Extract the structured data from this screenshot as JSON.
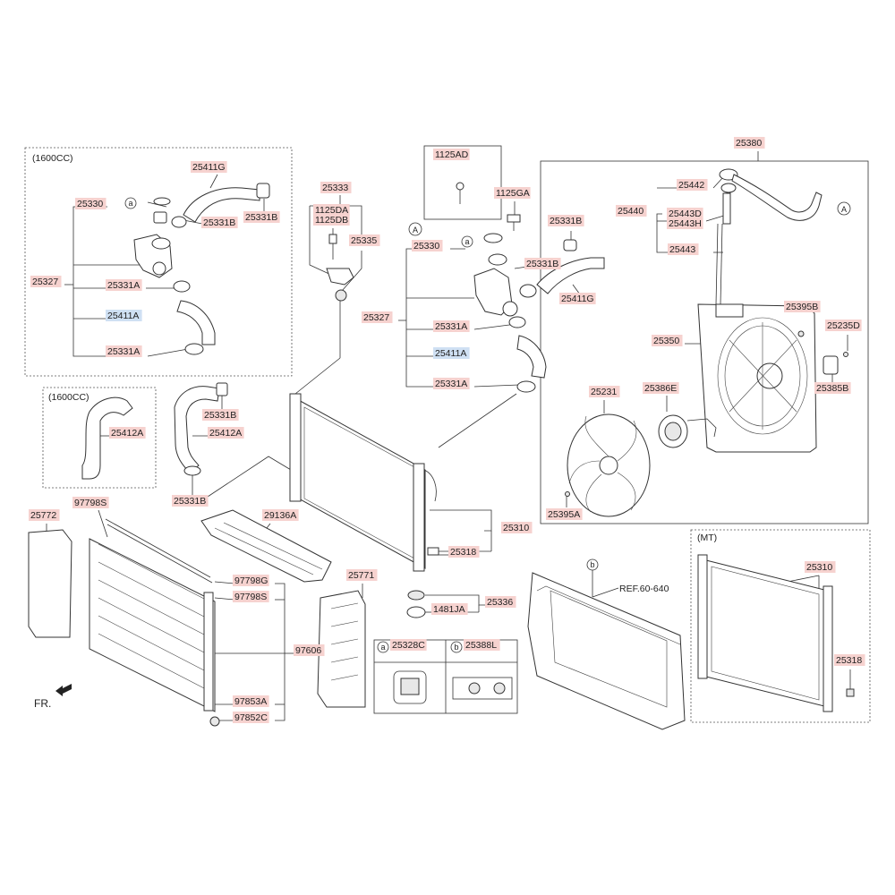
{
  "labels": {
    "L1600a": "(1600CC)",
    "L1600b": "(1600CC)",
    "MT": "(MT)",
    "FR": "FR.",
    "REF": "REF.60-640",
    "p25411G_a": "25411G",
    "p25330_a": "25330",
    "p25331B_a1": "25331B",
    "p25331B_a2": "25331B",
    "p25327_a": "25327",
    "p25331A_a1": "25331A",
    "p25411A_a": "25411A",
    "p25331A_a2": "25331A",
    "p25412A_a": "25412A",
    "p25331B_b1": "25331B",
    "p25412A_b": "25412A",
    "p25331B_b2": "25331B",
    "p25333": "25333",
    "p1125DA": "1125DA",
    "p1125DB": "1125DB",
    "p25335": "25335",
    "p1125AD": "1125AD",
    "p1125GA": "1125GA",
    "p25331B_c1": "25331B",
    "p25330_c": "25330",
    "p25331B_c2": "25331B",
    "p25411G_c": "25411G",
    "p25327_c": "25327",
    "p25331A_c1": "25331A",
    "p25411A_c": "25411A",
    "p25331A_c2": "25331A",
    "p25380": "25380",
    "p25442": "25442",
    "p25440": "25440",
    "p25443D": "25443D",
    "p25443H": "25443H",
    "p25443": "25443",
    "p25395B": "25395B",
    "p25235D": "25235D",
    "p25350": "25350",
    "p25386E": "25386E",
    "p25385B": "25385B",
    "p25231": "25231",
    "p25395A": "25395A",
    "p25772": "25772",
    "p97798S_a": "97798S",
    "p29136A": "29136A",
    "p25310": "25310",
    "p25318": "25318",
    "p97798G": "97798G",
    "p97798S_b": "97798S",
    "p25771": "25771",
    "p25336": "25336",
    "p1481JA": "1481JA",
    "p97606": "97606",
    "p97853A": "97853A",
    "p97852C": "97852C",
    "p25328C": "25328C",
    "p25388L": "25388L",
    "p25310_mt": "25310",
    "p25318_mt": "25318",
    "cA1": "a",
    "cA2": "a",
    "cB1": "b",
    "cAr": "A",
    "cAl": "A",
    "cAtab": "a",
    "cBtab": "b"
  },
  "colors": {
    "part_label_bg": "#f6d2cf",
    "part_label_bg_blue": "#cfe0f3",
    "line": "#333333"
  }
}
